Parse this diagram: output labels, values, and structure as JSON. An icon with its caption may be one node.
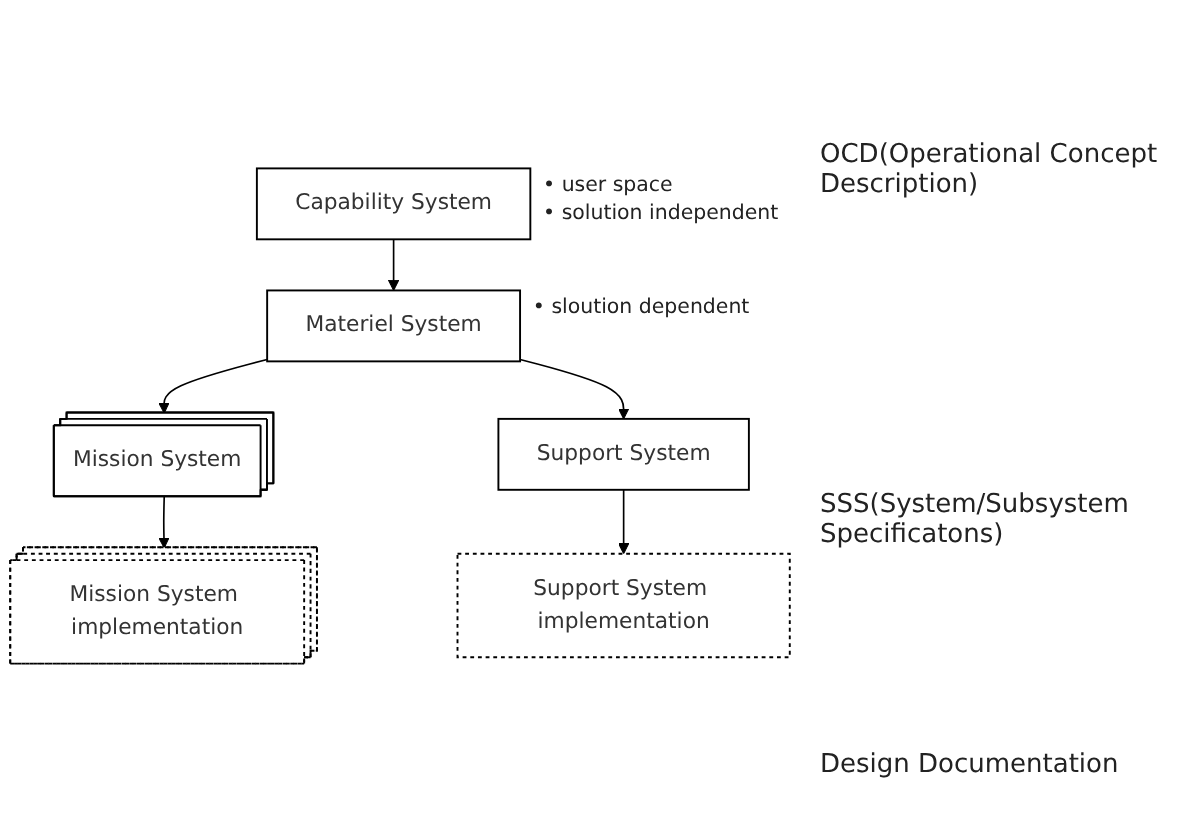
{
  "diagram": {
    "nodes": [
      {
        "text": [
          "Capability System"
        ],
        "beside": [
          "• user space",
          "• solution independent"
        ]
      },
      {
        "text": [
          "Materiel System"
        ],
        "beside": [
          "• sloution dependent"
        ]
      },
      {
        "text": [
          "Mission System"
        ]
      },
      {
        "text": [
          "Support System"
        ]
      },
      {
        "text": [
          "Mission System implementation"
        ]
      },
      {
        "text": [
          "Support System implementation"
        ]
      }
    ],
    "edges": [
      {
        "from": 0,
        "to": 1,
        "arrow": "to"
      },
      {
        "from": 1,
        "to": 2,
        "arrow": "to"
      },
      {
        "from": 1,
        "to": 3,
        "arrow": "to"
      },
      {
        "from": 2,
        "to": 4,
        "arrow": "to"
      },
      {
        "from": 3,
        "to": 5,
        "arrow": "to"
      }
    ],
    "labels": [
      "OCD(Operational Concept Description)",
      "SSS(System/Subsystem Specificatons)",
      "Design Documentation"
    ]
  }
}
